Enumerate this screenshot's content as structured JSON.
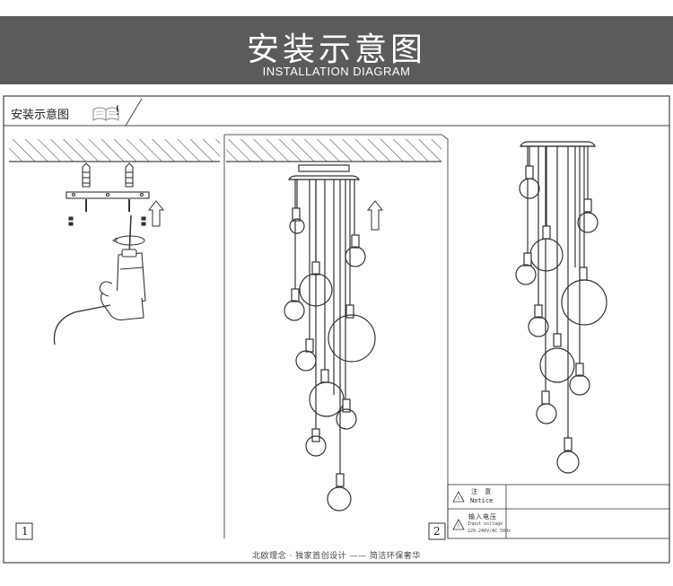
{
  "banner": {
    "title": "安装示意图",
    "subtitle": "INSTALLATION DIAGRAM"
  },
  "panel": {
    "label": "安装示意图",
    "label_suffix": "!",
    "steps": [
      "1",
      "2"
    ]
  },
  "notice": {
    "row1_zh": "注 意",
    "row1_en": "Notice",
    "row2_zh": "输入电压",
    "row2_en": "Input voltage",
    "row2_spec": "220-240V/AC 50Hz"
  },
  "footer": "北欧理念 · 独家首创设计 —— 简洁环保奢华",
  "colors": {
    "banner": "#5b5b5b",
    "line": "#444444"
  }
}
